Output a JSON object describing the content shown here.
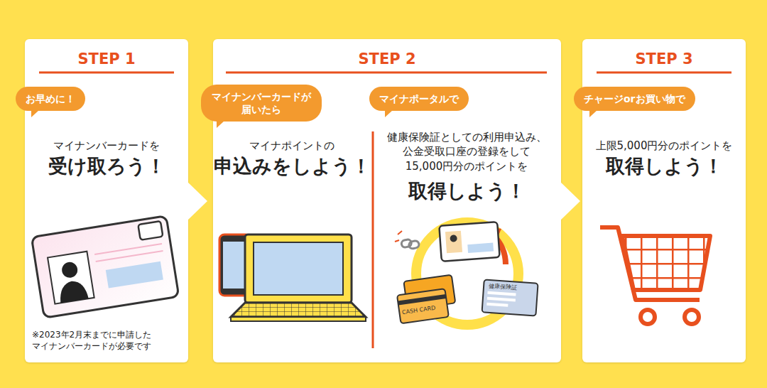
{
  "diagram": {
    "nodes": [
      {
        "text": [
          "STEP 1",
          "マイナンバーカードを",
          "受け取ろう！",
          "※2023年2月末までに申請した マイナンバーカードが必要です"
        ]
      },
      {
        "text": [
          "お早めに！"
        ],
        "in": 0
      },
      {
        "text": [
          "STEP 2",
          "マイナポイントの",
          "申込みをしよう！",
          "健康保険証としての利用申込み、 公金受取口座の登録をして 15,000円分のポイントを",
          "取得しよう！"
        ]
      },
      {
        "text": [
          "マイナンバーカードが 届いたら"
        ],
        "in": 2
      },
      {
        "text": [
          "マイナポータルで"
        ],
        "in": 2
      },
      {
        "text": [
          "STEP 3",
          "上限5,000円分のポイントを",
          "取得しよう！"
        ]
      },
      {
        "text": [
          "チャージorお買い物で"
        ],
        "in": 5
      }
    ],
    "labels": [
      "CASH CARD",
      "健康保険証"
    ]
  }
}
